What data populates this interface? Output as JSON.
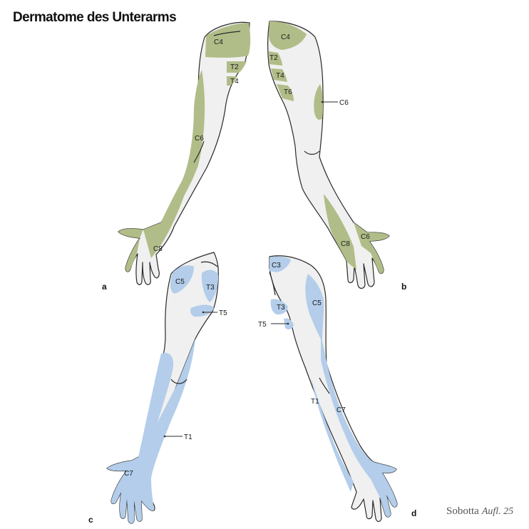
{
  "title": "Dermatome des Unterarms",
  "credit": {
    "text": "Sobotta",
    "edition": "Aufl. 25"
  },
  "panels": {
    "a": {
      "letter": "a",
      "labels": {
        "c4": "C4",
        "t2": "T2",
        "t4": "T4",
        "c6": "C6",
        "c8": "C8"
      }
    },
    "b": {
      "letter": "b",
      "labels": {
        "c4": "C4",
        "t2": "T2",
        "t4": "T4",
        "t6": "T6",
        "c6_arm": "C6",
        "c8": "C8",
        "c6_hand": "C6"
      }
    },
    "c": {
      "letter": "c",
      "labels": {
        "c5": "C5",
        "t3": "T3",
        "t5": "T5",
        "t1": "T1",
        "c7": "C7"
      }
    },
    "d": {
      "letter": "d",
      "labels": {
        "c3": "C3",
        "t3": "T3",
        "c5": "C5",
        "t5": "T5",
        "t1": "T1",
        "c7": "C7"
      }
    }
  },
  "colors": {
    "segment_green": "#b1bd88",
    "segment_blue": "#b3cdea",
    "skin": "#f0f0f0",
    "outline": "#2a2a2a"
  }
}
